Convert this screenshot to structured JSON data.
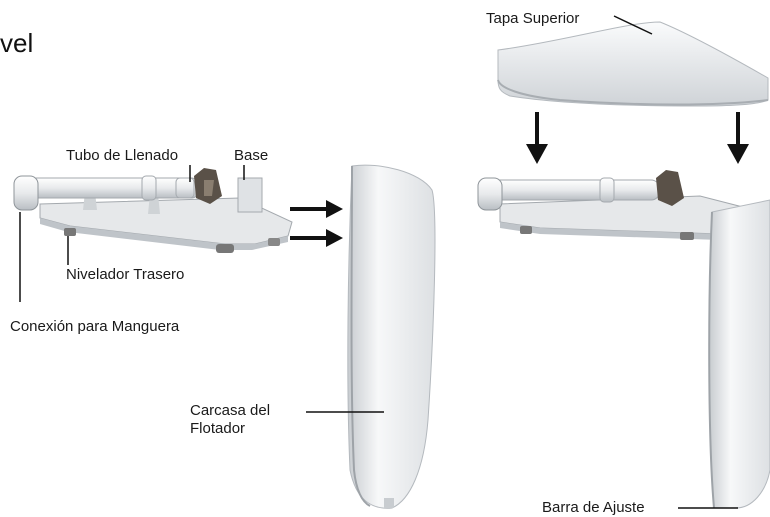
{
  "title_fragment": "vel",
  "labels": {
    "tubo_de_llenado": "Tubo de Llenado",
    "base": "Base",
    "nivelador_trasero": "Nivelador Trasero",
    "conexion_manguera": "Conexión para Manguera",
    "carcasa_del_flotador": "Carcasa del Flotador",
    "tapa_superior": "Tapa Superior",
    "barra_de_ajuste": "Barra de Ajuste"
  },
  "colors": {
    "part_fill": "#f1f2f3",
    "part_shade": "#c9cdd1",
    "part_edge": "#9aa0a6",
    "dark_part": "#5a5148",
    "arrow": "#111111",
    "leader": "#111111"
  }
}
